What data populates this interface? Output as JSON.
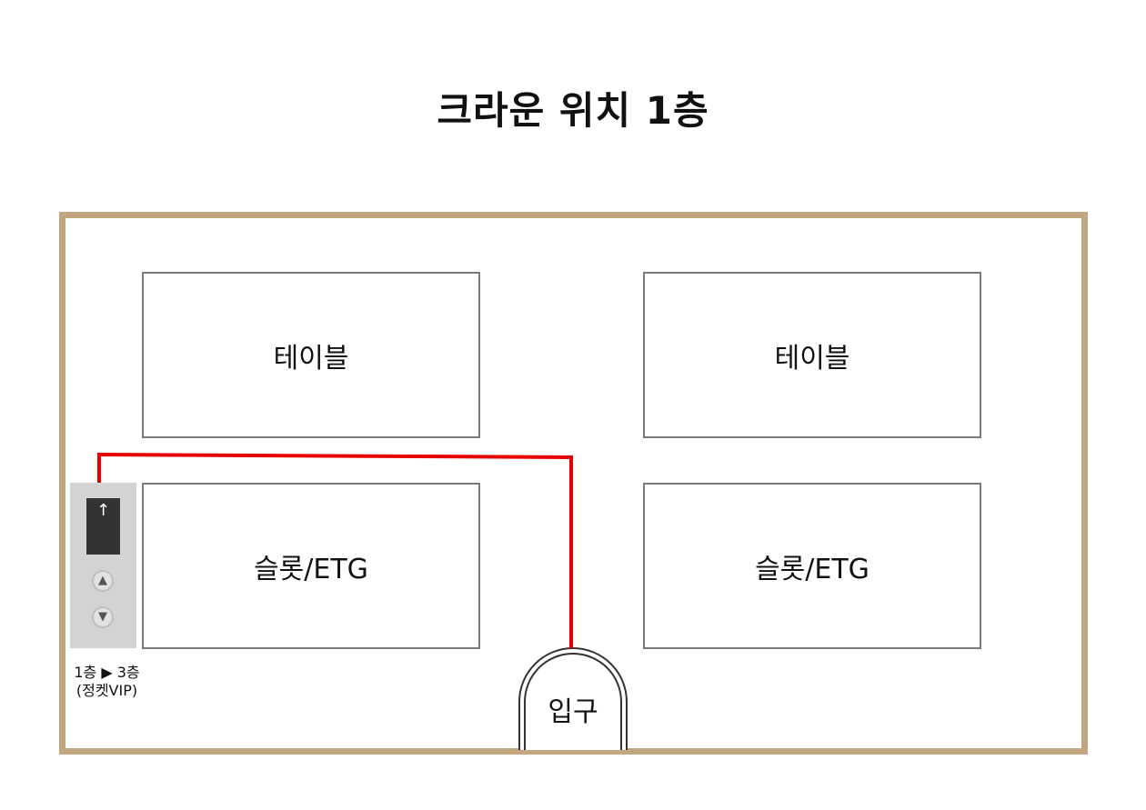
{
  "title": "크라운 위치 1층",
  "areas": {
    "table_left": "테이블",
    "table_right": "테이블",
    "slot_left": "슬롯/ETG",
    "slot_right": "슬롯/ETG"
  },
  "elevator": {
    "door_symbol": "↑",
    "up_symbol": "▲",
    "down_symbol": "▼",
    "note_line1": "1층 ▶ 3층",
    "note_line2": "(정켓VIP)"
  },
  "entrance": {
    "label": "입구"
  },
  "colors": {
    "wall": "#c2a67f",
    "area_border": "#7a7a7a",
    "route": "#e60000",
    "elevator_body": "#d3d3d3",
    "elevator_door": "#333333"
  }
}
